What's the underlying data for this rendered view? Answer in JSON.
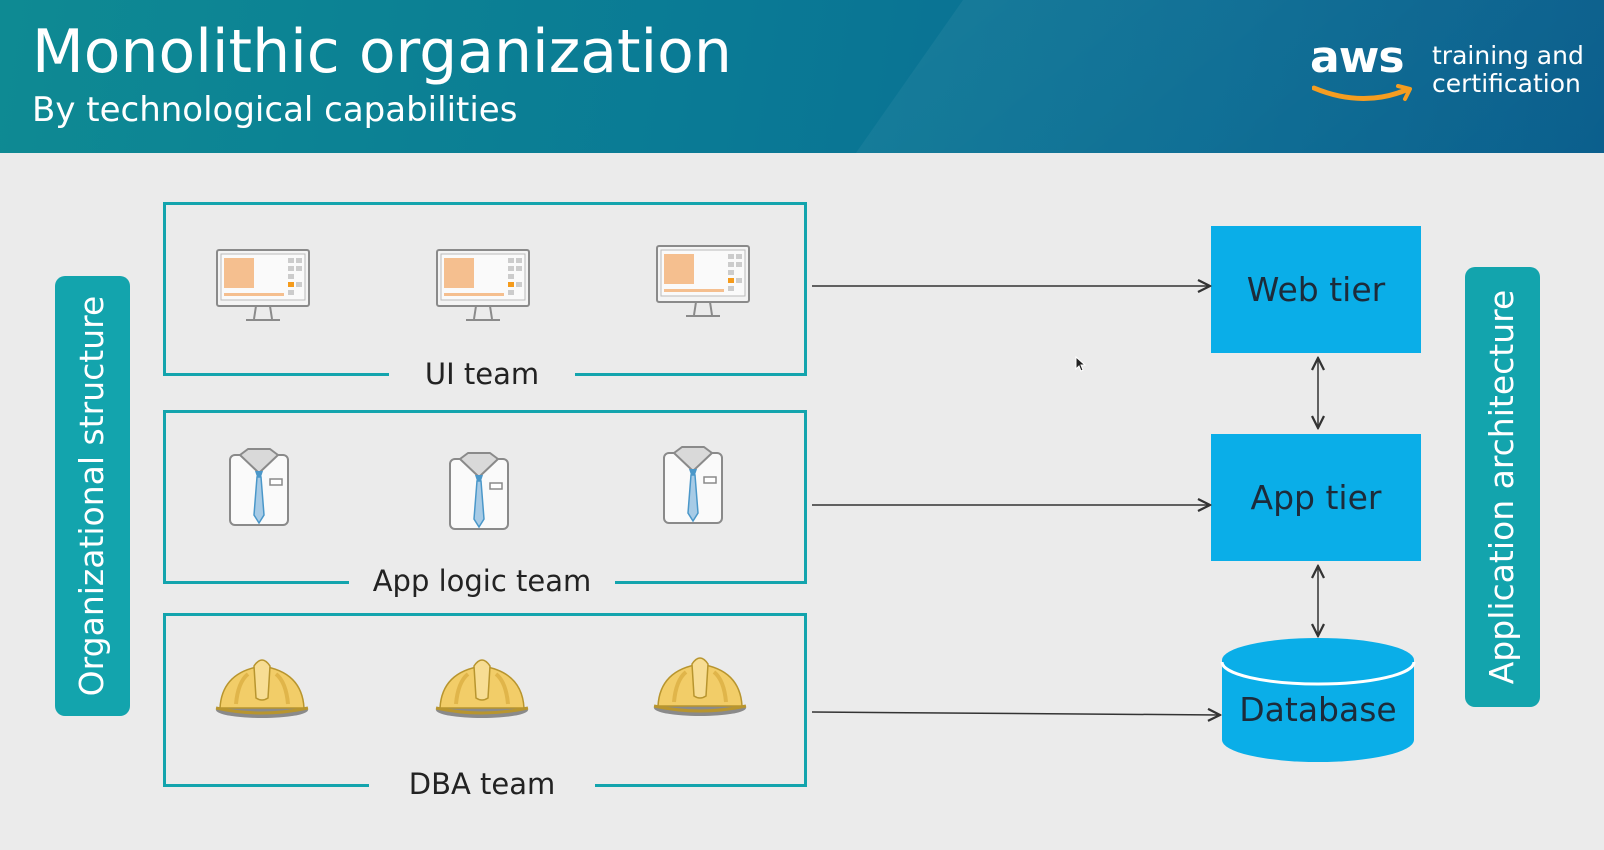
{
  "header": {
    "title": "Monolithic organization",
    "subtitle": "By technological capabilities",
    "brand": {
      "logo_text": "aws",
      "line1": "training and",
      "line2": "certification"
    }
  },
  "left_bar": {
    "label": "Organizational structure"
  },
  "right_bar": {
    "label": "Application architecture"
  },
  "teams": [
    {
      "label": "UI team",
      "icon": "monitor-icon"
    },
    {
      "label": "App logic team",
      "icon": "shirt-tie-icon"
    },
    {
      "label": "DBA team",
      "icon": "hard-hat-icon"
    }
  ],
  "tiers": {
    "web": "Web tier",
    "app": "App tier",
    "database": "Database"
  },
  "colors": {
    "header_teal": "#0e8a93",
    "accent_teal": "#13a4ad",
    "tier_blue": "#0aaee8",
    "aws_orange": "#f59b1c"
  }
}
